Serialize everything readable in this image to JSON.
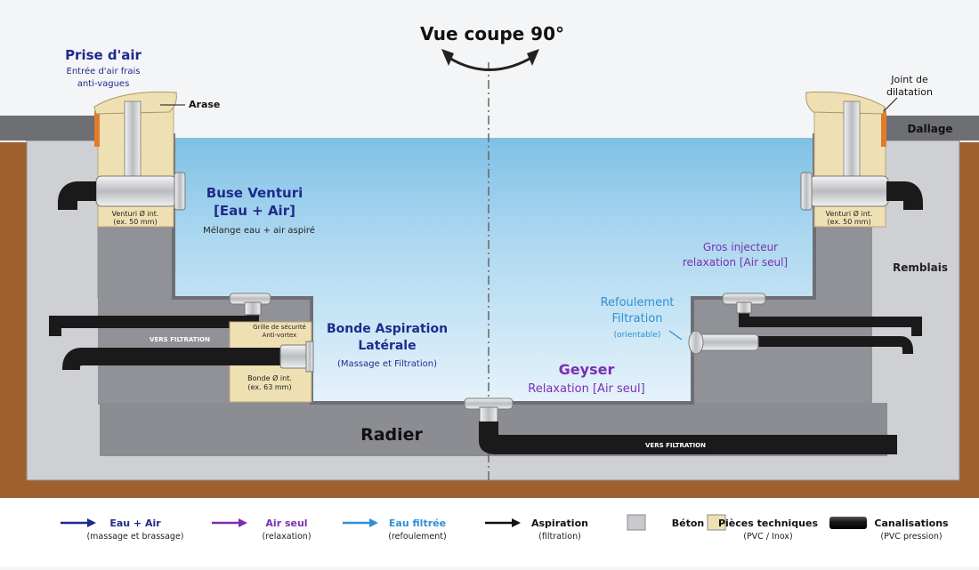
{
  "title": "Vue coupe 90°",
  "colors": {
    "navy": "#1f2b8c",
    "purple": "#7a2fb0",
    "cyan": "#2e8fd6",
    "black": "#111111",
    "concrete": "#8e9095",
    "soil": "#a0602d",
    "tech": "#efe0b4",
    "pipe": "#1a1a1a",
    "water_top": "#9fd0ec",
    "water_bottom": "#e3f2fb"
  },
  "labels": {
    "prise_air_title": "Prise d'air",
    "prise_air_sub1": "Entrée d'air frais",
    "prise_air_sub2": "anti-vagues",
    "arase": "Arase",
    "joint1": "Joint de",
    "joint2": "dilatation",
    "dallage": "Dallage",
    "remblais": "Remblais",
    "radier": "Radier",
    "venturi_title1": "Buse Venturi",
    "venturi_title2": "[Eau + Air]",
    "venturi_sub": "Mélange eau + air aspiré",
    "venturi_left1": "Venturi Ø int.",
    "venturi_left2": "(ex. 50 mm)",
    "venturi_right1": "Venturi Ø int.",
    "venturi_right2": "(ex. 50 mm)",
    "bonde_title1": "Bonde Aspiration",
    "bonde_title2": "Latérale",
    "bonde_sub": "(Massage et Filtration)",
    "grille1": "Grille de sécurité",
    "grille2": "Anti-vortex",
    "bonde_dim1": "Bonde Ø int.",
    "bonde_dim2": "(ex. 63 mm)",
    "vers_filtration_left": "VERS FILTRATION",
    "vers_filtration_bottom": "VERS FILTRATION",
    "gros1": "Gros injecteur",
    "gros2": "relaxation [Air seul]",
    "refoul1": "Refoulement",
    "refoul2": "Filtration",
    "refoul3": "(orientable)",
    "geyser1": "Geyser",
    "geyser2": "Relaxation [Air seul]"
  },
  "legend": [
    {
      "kind": "arrow",
      "color": "#1f2b8c",
      "label": "Eau + Air",
      "sub": "(massage et brassage)"
    },
    {
      "kind": "arrow",
      "color": "#7a2fb0",
      "label": "Air seul",
      "sub": "(relaxation)"
    },
    {
      "kind": "arrow",
      "color": "#2e8fd6",
      "label": "Eau filtrée",
      "sub": "(refoulement)"
    },
    {
      "kind": "arrow",
      "color": "#111111",
      "label": "Aspiration",
      "sub": "(filtration)"
    },
    {
      "kind": "swatch",
      "color": "#c9cacd",
      "label": "Béton",
      "sub": ""
    },
    {
      "kind": "swatch",
      "color": "#efe0b4",
      "label": "Pièces techniques",
      "sub": "(PVC / Inox)"
    },
    {
      "kind": "pipe",
      "color": "#1a1a1a",
      "label": "Canalisations",
      "sub": "(PVC pression)"
    }
  ]
}
